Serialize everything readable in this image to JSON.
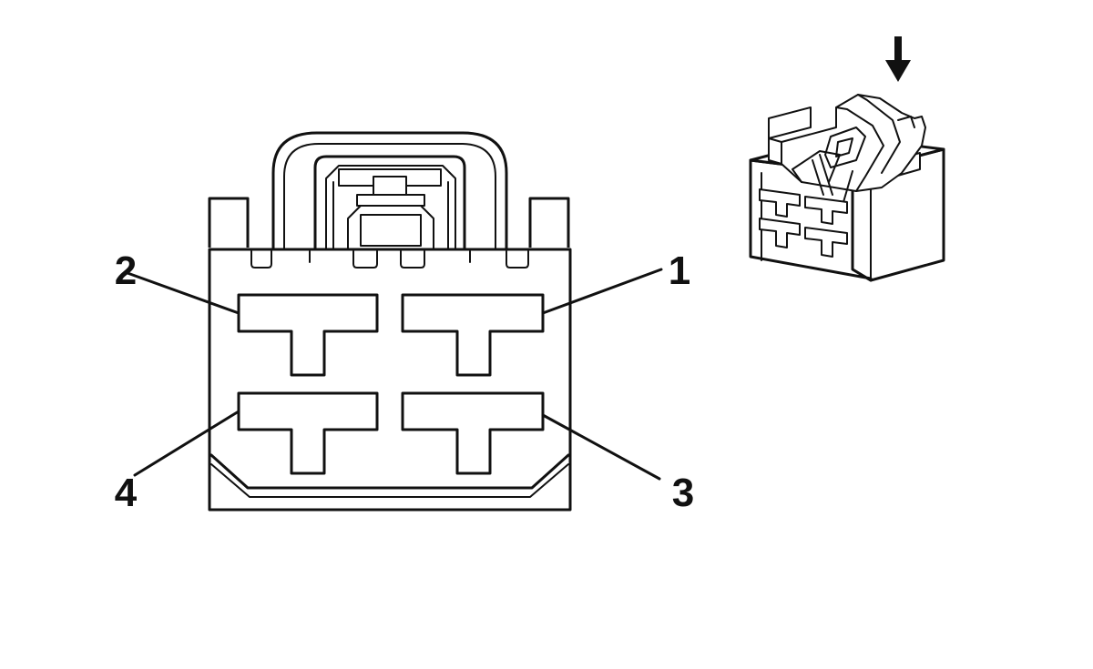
{
  "pins": [
    {
      "id": "1",
      "label": "1",
      "position": "top-right"
    },
    {
      "id": "2",
      "label": "2",
      "position": "top-left"
    },
    {
      "id": "3",
      "label": "3",
      "position": "bottom-right"
    },
    {
      "id": "4",
      "label": "4",
      "position": "bottom-left"
    }
  ],
  "icons": {
    "arrow": "down-arrow-icon",
    "connector_front": "connector-front-view",
    "connector_iso": "connector-isometric-view"
  },
  "colors": {
    "line": "#111111",
    "background": "#ffffff"
  }
}
